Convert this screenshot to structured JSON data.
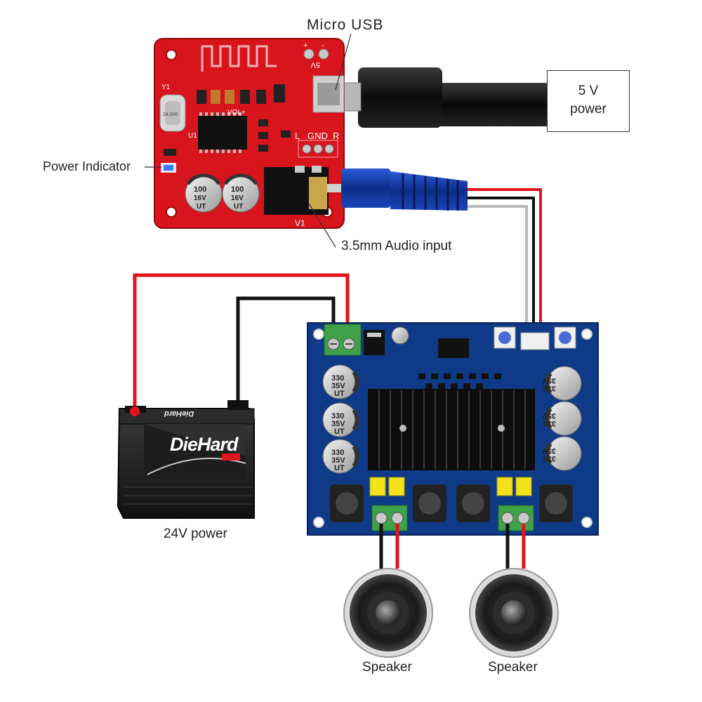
{
  "labels": {
    "micro_usb": "Micro USB",
    "power_indicator": "Power Indicator",
    "audio_input": "3.5mm  Audio input",
    "power_24v": "24V  power",
    "speaker_left": "Speaker",
    "speaker_right": "Speaker"
  },
  "psu": {
    "voltage": "5  V",
    "label": "power"
  },
  "battery": {
    "brand": "DieHard"
  },
  "bt_board": {
    "silk_5v": "5V",
    "silk_plus": "+",
    "silk_minus": "-",
    "silk_l": "L",
    "silk_gnd": "GND",
    "silk_r": "R",
    "silk_vol": "VOL+",
    "silk_v1": "V1",
    "silk_u1": "U1",
    "silk_y1": "Y1",
    "crystal": "24.000",
    "cap_value": "100",
    "cap_voltage": "16V",
    "cap_series": "UT"
  },
  "amp_board": {
    "cap_value": "330",
    "cap_voltage": "35V",
    "cap_series": "UT"
  },
  "colors": {
    "bt_board": "#d8141c",
    "amp_board": "#0f3a88",
    "wire_red": "#e0141c",
    "wire_black": "#111111",
    "wire_gray": "#b8b8b8",
    "terminal_green": "#3fa24a"
  }
}
